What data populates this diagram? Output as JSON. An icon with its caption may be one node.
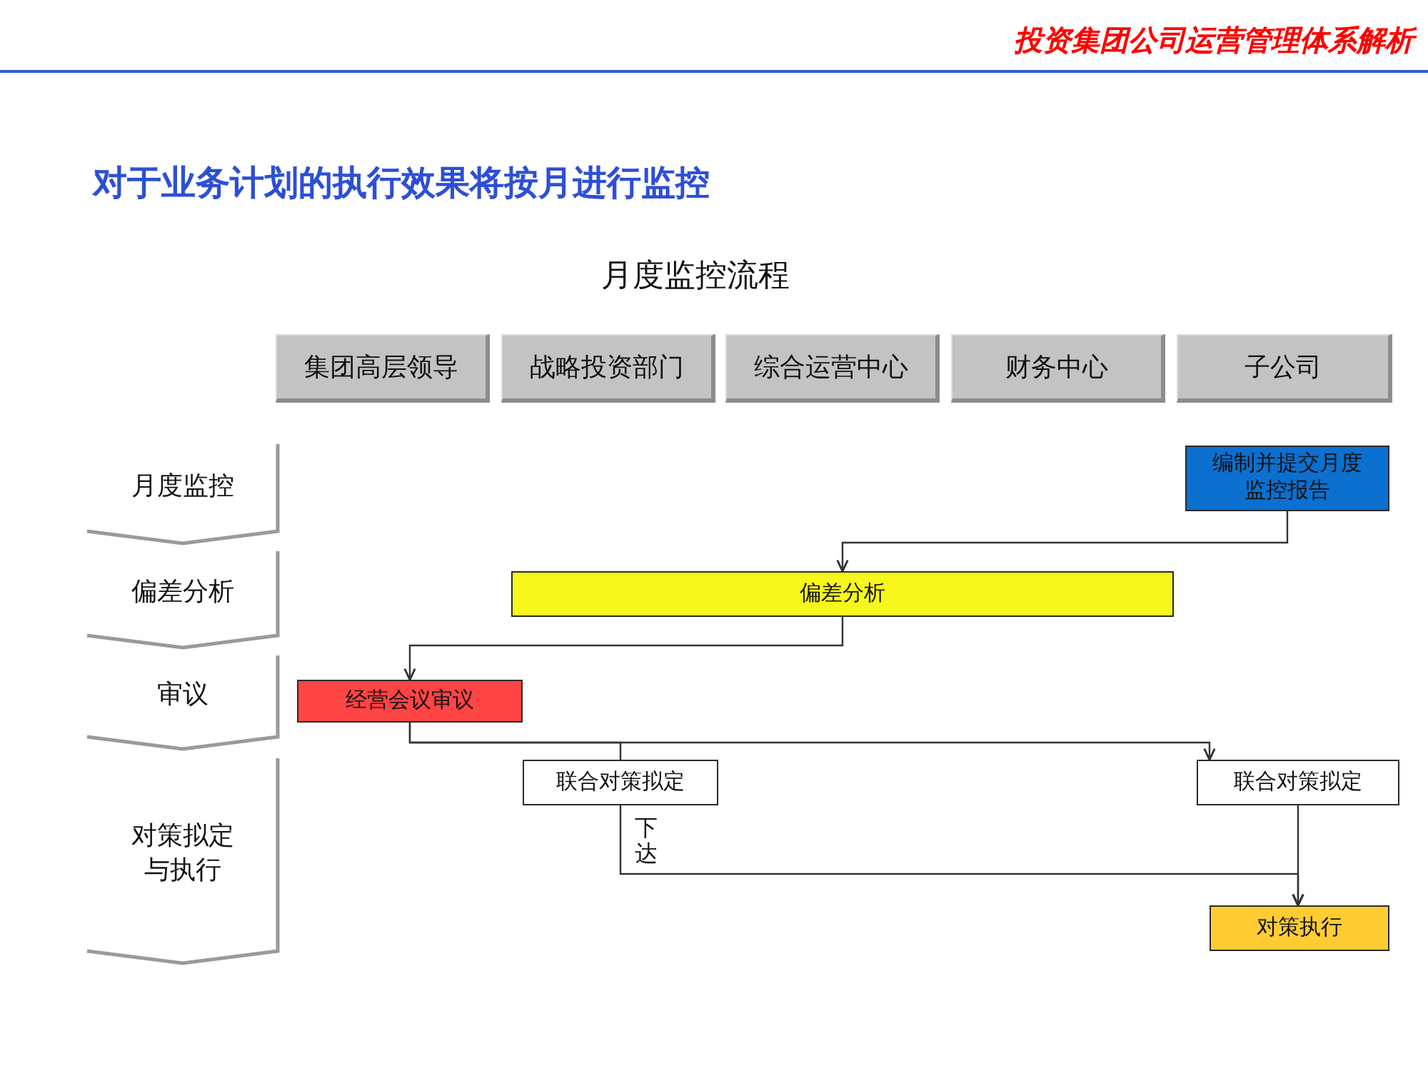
{
  "diagram": {
    "title": "对于业务计划的执行效果将按月进行监控",
    "nodes": [
      {
        "text": [
          "集团高层领导"
        ]
      },
      {
        "text": [
          "战略投资部门"
        ]
      },
      {
        "text": [
          "综合运营中心"
        ]
      },
      {
        "text": [
          "财务中心"
        ]
      },
      {
        "text": [
          "子公司"
        ]
      },
      {
        "text": [
          "月度监控"
        ]
      },
      {
        "text": [
          "偏差分析"
        ]
      },
      {
        "text": [
          "审议"
        ]
      },
      {
        "text": [
          "对策拟定与执行"
        ]
      },
      {
        "text": [
          "编制并提交月度监控报告"
        ]
      },
      {
        "text": [
          "偏差分析"
        ]
      },
      {
        "text": [
          "经营会议审议"
        ]
      },
      {
        "text": [
          "联合对策拟定"
        ]
      },
      {
        "text": [
          "联合对策拟定"
        ]
      },
      {
        "text": [
          "对策执行"
        ]
      }
    ],
    "edges": [
      {
        "from": 9,
        "to": 10,
        "arrow": "to"
      },
      {
        "from": 10,
        "to": 11,
        "arrow": "to"
      },
      {
        "from": 11,
        "to": 13,
        "arrow": "to"
      },
      {
        "from": 11,
        "to": 12,
        "arrow": "none"
      },
      {
        "from": 12,
        "to": 14,
        "arrow": "to",
        "label": "下达"
      },
      {
        "from": 13,
        "to": 14,
        "arrow": "to"
      }
    ],
    "labels": [
      "投资集团公司运营管理体系解析",
      "月度监控流程"
    ]
  }
}
